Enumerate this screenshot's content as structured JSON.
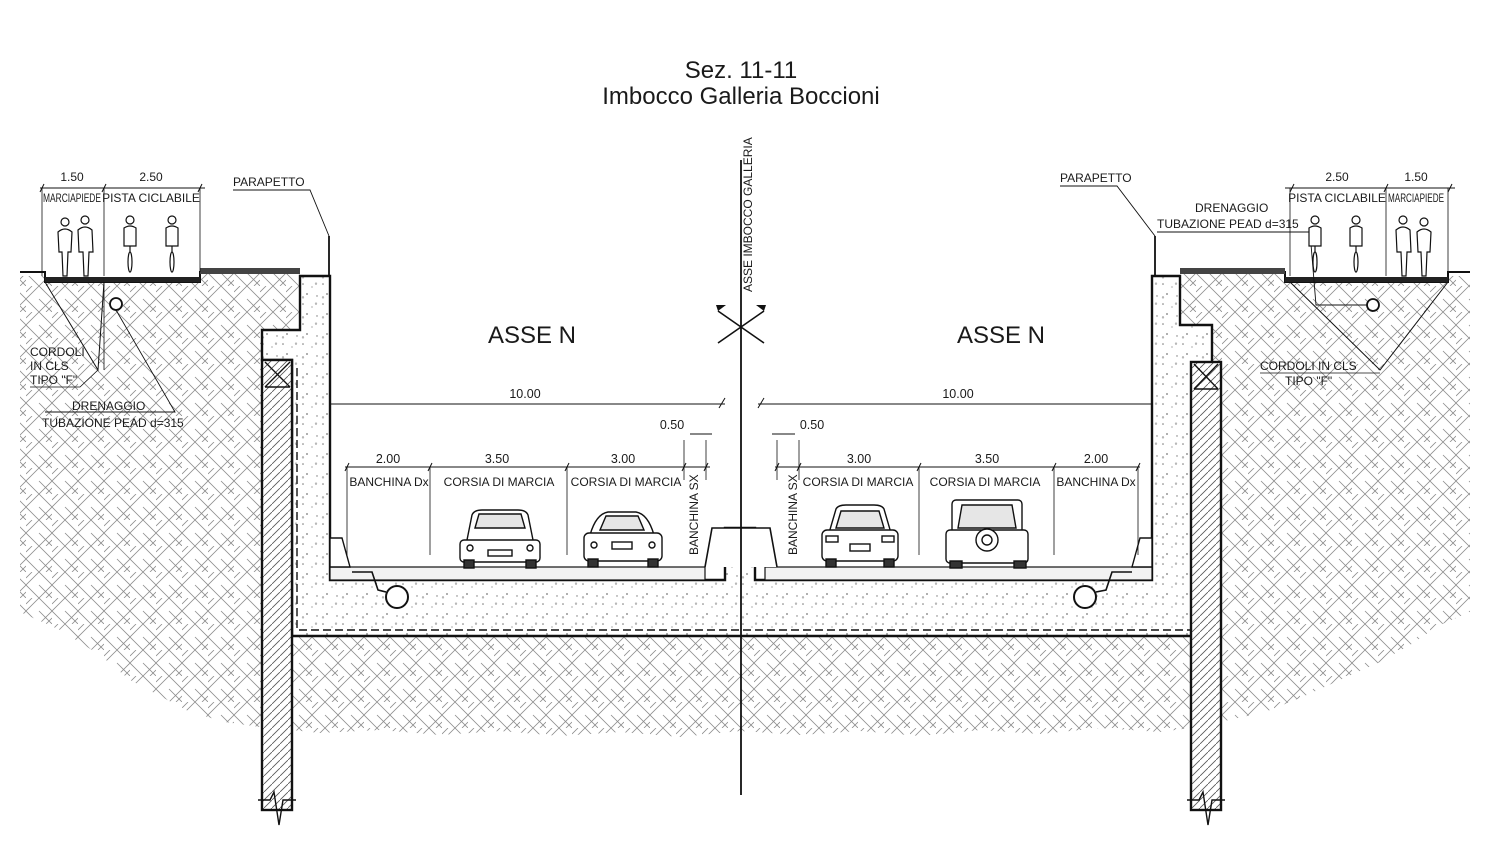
{
  "title": {
    "line1": "Sez. 11-11",
    "line2": "Imbocco Galleria Boccioni"
  },
  "axis_label": "ASSE IMBOCCO GALLERIA",
  "left": {
    "asse": "ASSE N",
    "parapetto": "PARAPETTO",
    "width_marciapiede": "1.50",
    "width_pista": "2.50",
    "marciapiede": "MARCIAPIEDE",
    "pista_ciclabile": "PISTA CICLABILE",
    "cordoli_1": "CORDOLI",
    "cordoli_2": "IN CLS",
    "cordoli_3": "TIPO \"F\"",
    "drenaggio_1": "DRENAGGIO",
    "drenaggio_2": "TUBAZIONE PEAD d=315",
    "total_width": "10.00",
    "banchina_sx_width": "0.50",
    "banchina_dx_width": "2.00",
    "corsia1_width": "3.50",
    "corsia2_width": "3.00",
    "banchina_dx": "BANCHINA Dx",
    "corsia1": "CORSIA DI MARCIA",
    "corsia2": "CORSIA DI MARCIA",
    "banchina_sx": "BANCHINA SX"
  },
  "right": {
    "asse": "ASSE N",
    "parapetto": "PARAPETTO",
    "width_pista": "2.50",
    "width_marciapiede": "1.50",
    "pista_ciclabile": "PISTA CICLABILE",
    "marciapiede": "MARCIAPIEDE",
    "drenaggio_1": "DRENAGGIO",
    "drenaggio_2": "TUBAZIONE PEAD d=315",
    "cordoli_1": "CORDOLI IN CLS",
    "cordoli_2": "TIPO \"F\"",
    "total_width": "10.00",
    "banchina_sx_width": "0.50",
    "corsia1_width": "3.00",
    "corsia2_width": "3.50",
    "banchina_dx_width": "2.00",
    "banchina_sx": "BANCHINA SX",
    "corsia1": "CORSIA DI MARCIA",
    "corsia2": "CORSIA DI MARCIA",
    "banchina_dx": "BANCHINA Dx"
  }
}
